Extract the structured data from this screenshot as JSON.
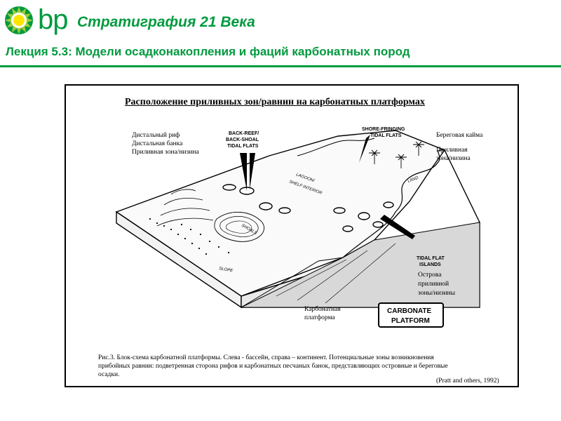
{
  "header": {
    "brand": "bp",
    "course_title": "Стратиграфия  21 Века",
    "lecture_title": "Лекция 5.3: Модели осадконакопления и фаций карбонатных пород"
  },
  "figure": {
    "title": "Расположение приливных зон/равнин на карбонатных платформах",
    "labels_ru": {
      "distal_reef": "Дистальный риф",
      "distal_bank": "Дистальная банка",
      "tidal_zone_lowland": "Приливная зона/низина",
      "shore_fringe": "Береговая кайма",
      "tidal_zone_right_1": "Приливная",
      "tidal_zone_right_2": "зона/низина",
      "islands_1": "Острова",
      "islands_2": "приливной",
      "islands_3": "зоны/низины",
      "carbonate_platform_1": "Карбонатная",
      "carbonate_platform_2": "платформа"
    },
    "labels_en": {
      "back_reef_1": "BACK-REEF/",
      "back_reef_2": "BACK-SHOAL",
      "back_reef_3": "TIDAL FLATS",
      "shore_fringing_1": "SHORE-FRINGING",
      "shore_fringing_2": "TIDAL FLATS",
      "lagoon_1": "LAGOON/",
      "lagoon_2": "SHELF INTERIOR",
      "land": "LAND",
      "shoals": "SHOALS",
      "slope": "SLOPE",
      "tidal_flat_islands_1": "TIDAL FLAT",
      "tidal_flat_islands_2": "ISLANDS",
      "carbonate_1": "CARBONATE",
      "carbonate_2": "PLATFORM"
    },
    "caption": "Рис.3. Блок-схема карбонатной платформы. Слева - бассейн, справа – континент. Потенциальные зоны возникновения прибойных равнин: подветренная сторона рифов и карбонатных песчаных банок, представляющих  островные и береговые осадки.",
    "credit": "(Pratt and others, 1992)"
  },
  "colors": {
    "brand_green": "#009a3e",
    "brand_yellow": "#ffe600"
  }
}
